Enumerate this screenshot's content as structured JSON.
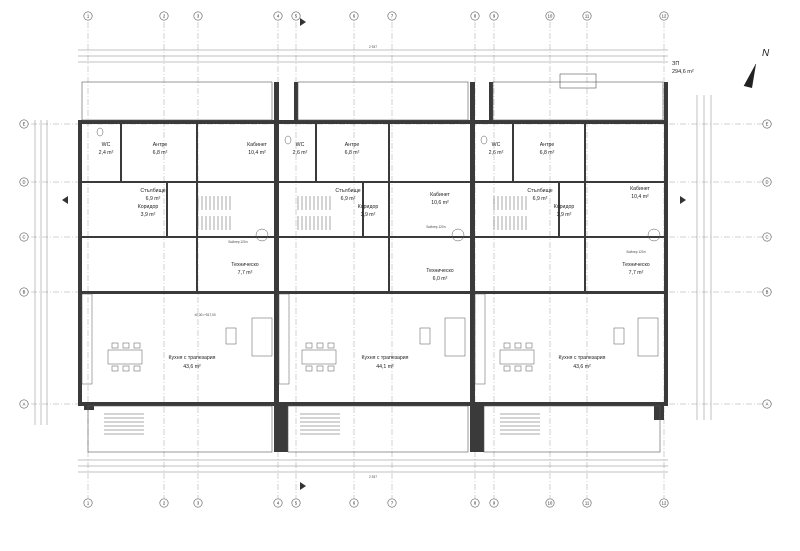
{
  "north_label": "N",
  "total_area": {
    "label": "ЗП",
    "value": "294,6 m²"
  },
  "total_dimension": "2 937",
  "axis_numbers": [
    "1",
    "2",
    "3",
    "4",
    "5",
    "6",
    "7",
    "8",
    "9",
    "10",
    "11",
    "12"
  ],
  "axis_letters": [
    "E",
    "D",
    "C",
    "B",
    "A"
  ],
  "rooms": [
    {
      "name": "WC",
      "area": "2,4 m²"
    },
    {
      "name": "Антре",
      "area": "6,8 m²"
    },
    {
      "name": "Кабинет",
      "area": "10,4 m²"
    },
    {
      "name": "WC",
      "area": "2,6 m²"
    },
    {
      "name": "Антре",
      "area": "6,8 m²"
    },
    {
      "name": "Кабинет",
      "area": "10,6 m²"
    },
    {
      "name": "WC",
      "area": "2,6 m²"
    },
    {
      "name": "Антре",
      "area": "6,8 m²"
    },
    {
      "name": "Кабинет",
      "area": "10,4 m²"
    },
    {
      "name": "Стълбище",
      "area": "6,9 m²"
    },
    {
      "name": "Коридор",
      "area": "3,9 m²"
    },
    {
      "name": "Стълбище",
      "area": "6,9 m²"
    },
    {
      "name": "Коридор",
      "area": "3,9 m²"
    },
    {
      "name": "Стълбище",
      "area": "6,9 m²"
    },
    {
      "name": "Коридор",
      "area": "3,9 m²"
    },
    {
      "name": "Техническо",
      "area": "7,7 m²"
    },
    {
      "name": "Техническо",
      "area": "6,0 m²"
    },
    {
      "name": "Техническо",
      "area": "7,7 m²"
    },
    {
      "name": "Кухня с трапезария",
      "area": "43,6 m²"
    },
    {
      "name": "Кухня с трапезария",
      "area": "44,1 m²"
    },
    {
      "name": "Кухня с трапезария",
      "area": "43,6 m²"
    }
  ],
  "annotations": {
    "boiler": "Бойлер 120л",
    "level": "±0,00=+517,00"
  }
}
